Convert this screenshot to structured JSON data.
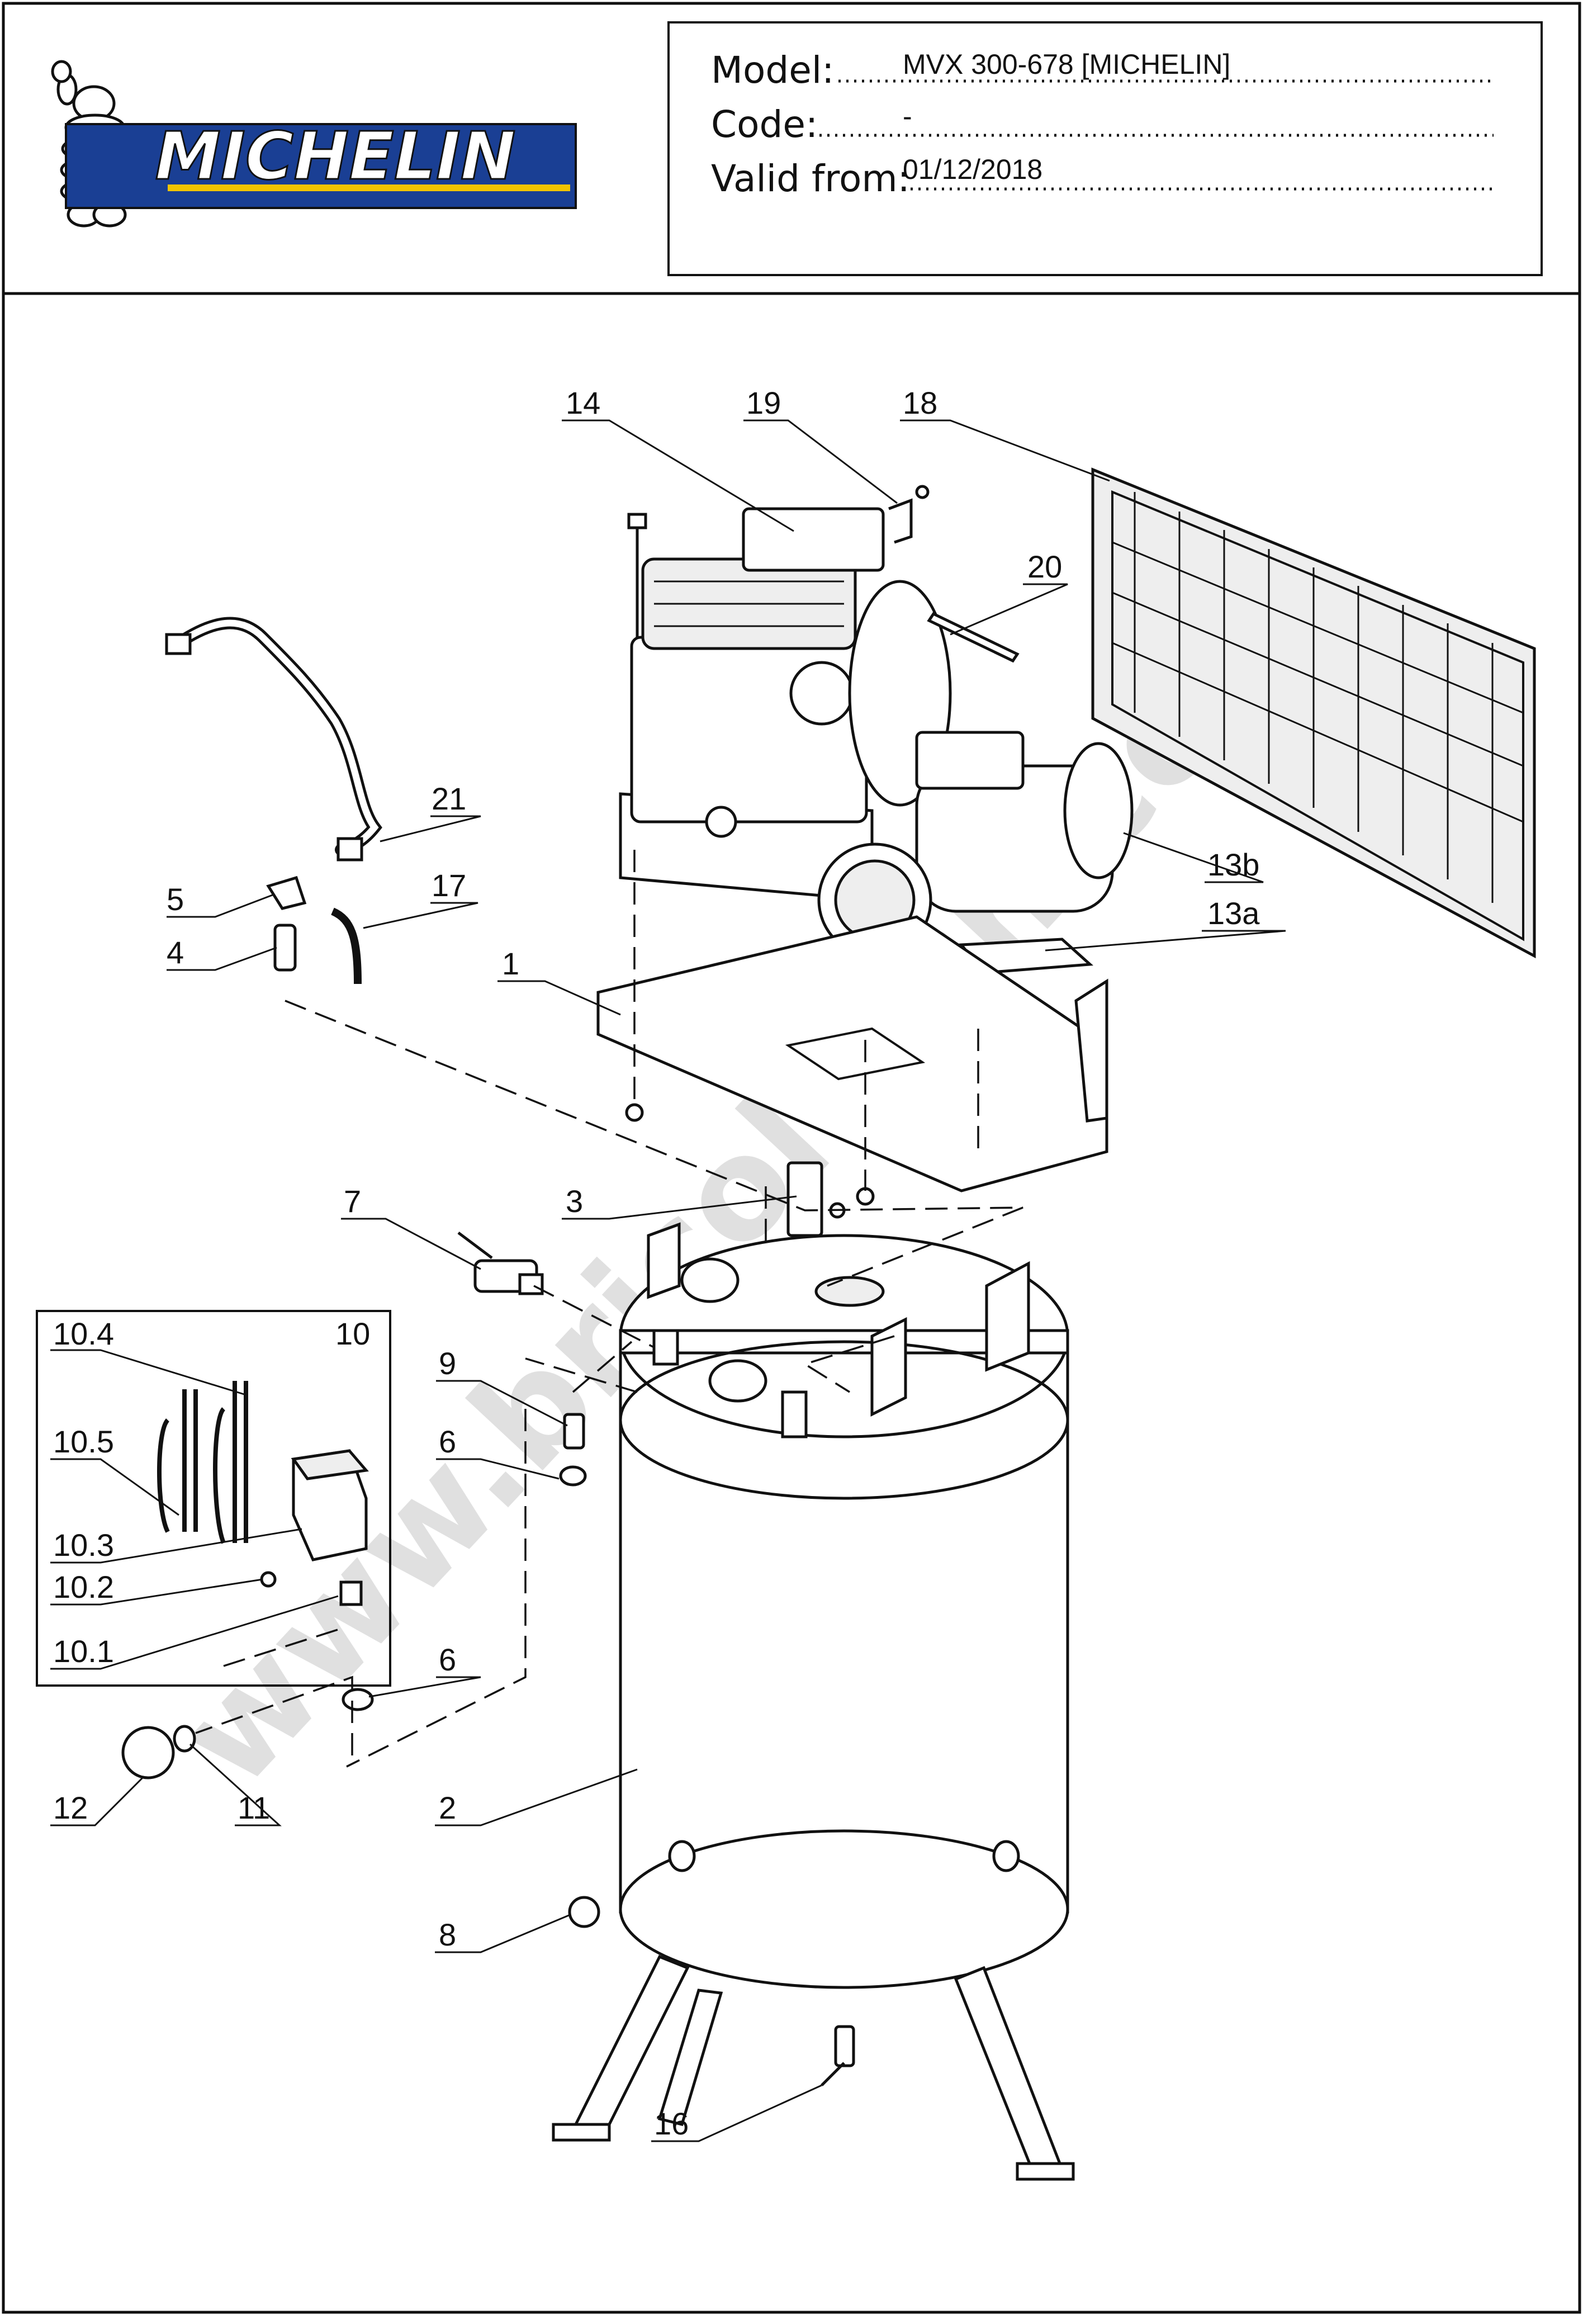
{
  "header": {
    "brand": "MICHELIN",
    "model_label": "Model:",
    "model_value": "MVX 300-678 [MICHELIN]",
    "code_label": "Code:",
    "code_value": "-",
    "valid_from_label": "Valid from:",
    "valid_from_value": "01/12/2018"
  },
  "watermark": "www.bricoltech.com",
  "callouts": {
    "c14": "14",
    "c19": "19",
    "c18": "18",
    "c20": "20",
    "c21": "21",
    "c5": "5",
    "c17": "17",
    "c4": "4",
    "c1": "1",
    "c13b": "13b",
    "c13a": "13a",
    "c7": "7",
    "c3": "3",
    "c10": "10",
    "c10_4": "10.4",
    "c9": "9",
    "c10_5": "10.5",
    "c6a": "6",
    "c10_3": "10.3",
    "c10_2": "10.2",
    "c10_1": "10.1",
    "c6b": "6",
    "c12": "12",
    "c11": "11",
    "c2": "2",
    "c8": "8",
    "c16": "16"
  },
  "colors": {
    "logo_blue": "#1a3f94",
    "logo_yellow": "#f2c400",
    "line": "#111111"
  }
}
